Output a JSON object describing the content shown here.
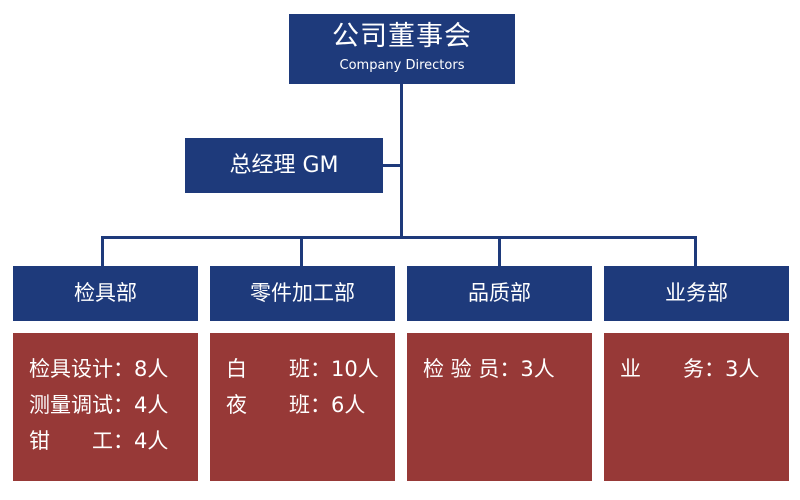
{
  "top": {
    "title": "公司董事会",
    "subtitle": "Company Directors"
  },
  "gm": {
    "title": "总经理 GM"
  },
  "departments": [
    {
      "name": "检具部",
      "lines": [
        "检具设计：8人",
        "测量调试：4人",
        "钳　　工：4人"
      ]
    },
    {
      "name": "零件加工部",
      "lines": [
        "白　　班：10人",
        "夜　　班：6人"
      ]
    },
    {
      "name": "品质部",
      "lines": [
        "检 验 员：3人"
      ]
    },
    {
      "name": "业务部",
      "lines": [
        "业　　务：3人"
      ]
    }
  ],
  "colors": {
    "box_blue": "#1e3a7b",
    "box_red": "#973937",
    "connector": "#1e3a7b"
  }
}
